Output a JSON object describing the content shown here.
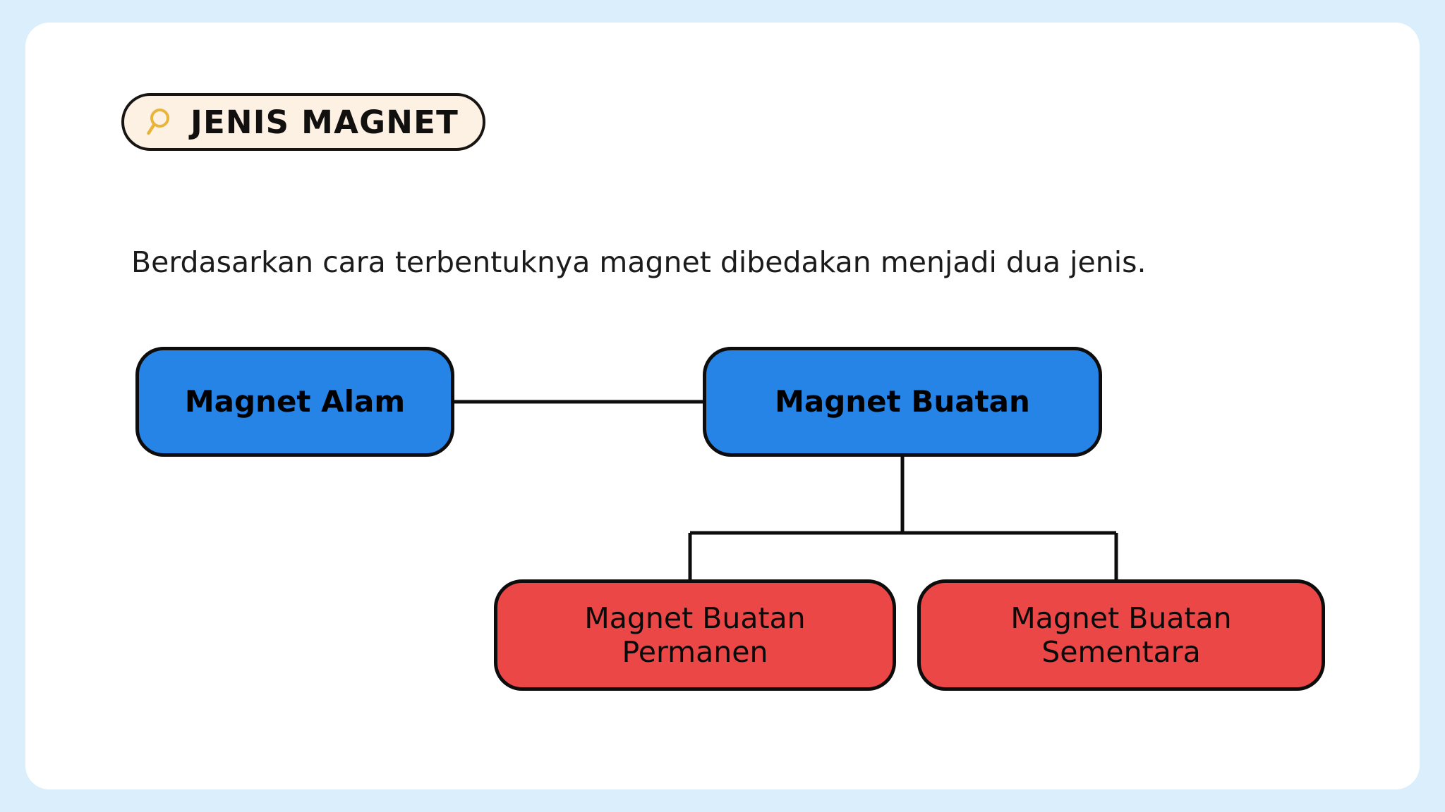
{
  "page": {
    "background_color": "#dbeefb",
    "card_color": "#ffffff"
  },
  "header": {
    "badge": {
      "icon": "magnifier-icon",
      "title": "JENIS MAGNET",
      "background_color": "#fcf1e3",
      "border_color": "#171412",
      "icon_color": "#e8b43a"
    }
  },
  "body": {
    "intro_text": "Berdasarkan cara terbentuknya magnet dibedakan menjadi dua jenis."
  },
  "diagram": {
    "type": "tree",
    "colors": {
      "level1": "#2684e6",
      "level2": "#eb4747",
      "stroke": "#0d0d0d"
    },
    "nodes": [
      {
        "id": "alam",
        "label": "Magnet Alam",
        "level": 1,
        "color": "#2684e6"
      },
      {
        "id": "buatan",
        "label": "Magnet Buatan",
        "level": 1,
        "color": "#2684e6"
      },
      {
        "id": "permanen",
        "label": "Magnet Buatan Permanen",
        "line1": "Magnet Buatan",
        "line2": "Permanen",
        "level": 2,
        "color": "#eb4747"
      },
      {
        "id": "sementara",
        "label": "Magnet Buatan Sementara",
        "line1": "Magnet Buatan",
        "line2": "Sementara",
        "level": 2,
        "color": "#eb4747"
      }
    ],
    "edges": [
      {
        "from": "alam",
        "to": "buatan"
      },
      {
        "from": "buatan",
        "to": "permanen"
      },
      {
        "from": "buatan",
        "to": "sementara"
      }
    ]
  }
}
